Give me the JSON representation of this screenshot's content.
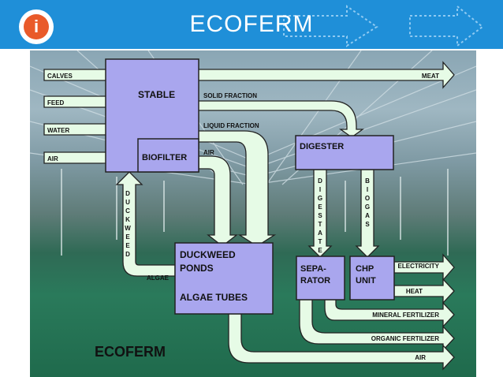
{
  "header": {
    "title": "ECOFERM",
    "logo_letter": "i",
    "colors": {
      "header_bg": "#1f8fd8",
      "logo_accent": "#e95a2a"
    }
  },
  "diagram": {
    "colors": {
      "arrow_fill": "#e6fbe6",
      "arrow_stroke": "#222222",
      "box_fill": "#a9a6ee",
      "box_stroke": "#222222"
    },
    "boxes": {
      "stable": "STABLE",
      "biofilter": "BIOFILTER",
      "digester": "DIGESTER",
      "duckweed_ponds": "DUCKWEED PONDS",
      "algae_tubes": "ALGAE TUBES",
      "separator_line1": "SEPA-",
      "separator_line2": "RATOR",
      "chp_line1": "CHP",
      "chp_line2": "UNIT"
    },
    "inputs": {
      "calves": "CALVES",
      "feed": "FEED",
      "water": "WATER",
      "air": "AIR"
    },
    "flows": {
      "solid_fraction": "SOLID FRACTION",
      "liquid_fraction": "LIQUID FRACTION",
      "air_to_ponds": "AIR",
      "algae": "ALGAE",
      "duckweed_vertical": [
        "D",
        "U",
        "C",
        "K",
        "W",
        "E",
        "E",
        "D"
      ],
      "digestate_vertical": [
        "D",
        "I",
        "G",
        "E",
        "S",
        "T",
        "A",
        "T",
        "E"
      ],
      "biogas_vertical": [
        "B",
        "I",
        "O",
        "G",
        "A",
        "S"
      ]
    },
    "outputs": {
      "meat": "MEAT",
      "electricity": "ELECTRICITY",
      "heat": "HEAT",
      "mineral_fertilizer": "MINERAL FERTILIZER",
      "organic_fertilizer": "ORGANIC FERTILIZER",
      "air_out": "AIR"
    },
    "footer_label": "ECOFERM"
  }
}
